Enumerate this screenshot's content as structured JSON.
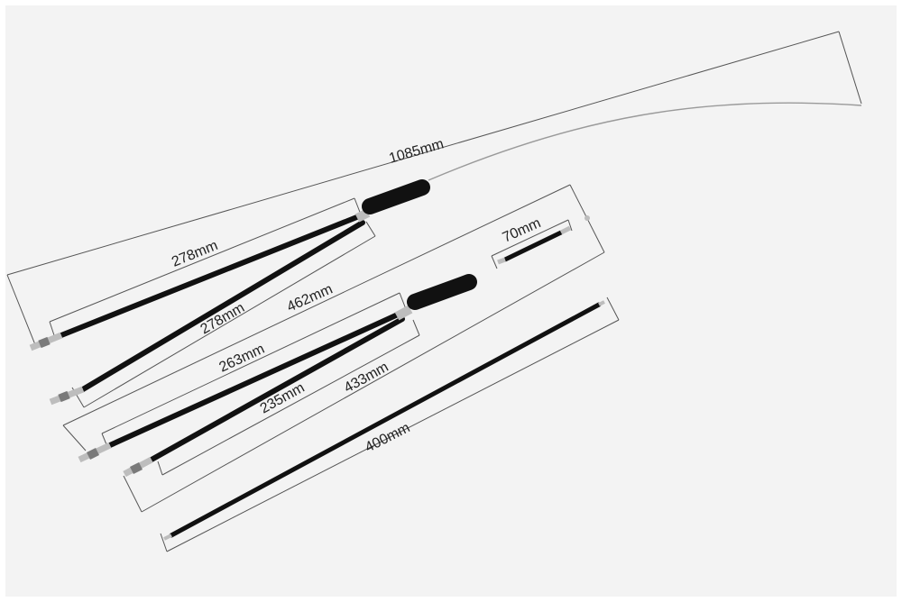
{
  "colors": {
    "background": "#f3f3f3",
    "cable": "#111111",
    "ferrule": "#bdbdbd",
    "dimension_line": "#555555",
    "text": "#222222"
  },
  "labels": {
    "total_length": "1085mm",
    "cable_a": "278mm",
    "cable_b": "278mm",
    "upper_section": "462mm",
    "short_piece": "70mm",
    "cable_c": "263mm",
    "lower_section": "433mm",
    "cable_d": "235mm",
    "straight_cable": "400mm"
  }
}
